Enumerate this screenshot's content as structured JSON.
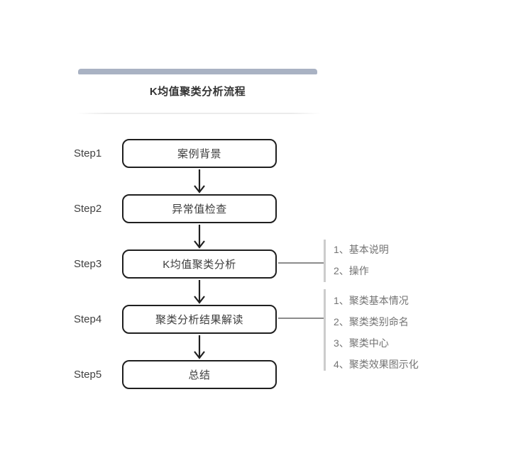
{
  "title": "K均值聚类分析流程",
  "steps": [
    {
      "label": "Step1",
      "box": "案例背景",
      "annotations": []
    },
    {
      "label": "Step2",
      "box": "异常值检查",
      "annotations": []
    },
    {
      "label": "Step3",
      "box": "K均值聚类分析",
      "annotations": [
        "1、基本说明",
        "2、操作"
      ]
    },
    {
      "label": "Step4",
      "box": "聚类分析结果解读",
      "annotations": [
        "1、聚类基本情况",
        "2、聚类类别命名",
        "3、聚类中心",
        "4、聚类效果图示化"
      ]
    },
    {
      "label": "Step5",
      "box": "总结",
      "annotations": []
    }
  ],
  "colors": {
    "accent-bar": "#a9b2c3",
    "box-border": "#1f1f1f",
    "box-text": "#3d3d3d",
    "label-text": "#404040",
    "annotation-text": "#737373",
    "bracket-line": "#cccccc",
    "connector-line": "#8c8c8c",
    "title-text": "#333333"
  }
}
